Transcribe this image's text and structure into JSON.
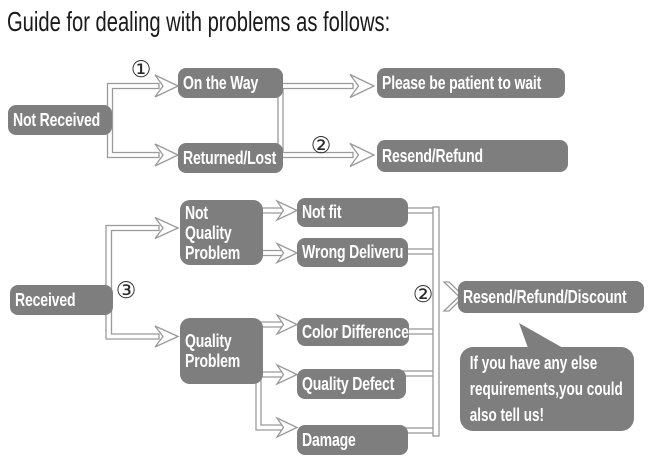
{
  "title": "Guide for dealing with problems as follows:",
  "markers": {
    "step1": "①",
    "step2_top": "②",
    "step3": "③",
    "step2_right": "②"
  },
  "nodes": {
    "not_received": "Not Received",
    "on_the_way": "On the Way",
    "returned_lost": "Returned/Lost",
    "please_wait": "Please be patient to wait",
    "resend_refund": "Resend/Refund",
    "received": "Received",
    "not_quality_problem": [
      "Not",
      "Quality",
      "Problem"
    ],
    "quality_problem": [
      "Quality",
      "Problem"
    ],
    "not_fit": "Not fit",
    "wrong_delivery": "Wrong Deliveru",
    "color_difference": "Color Difference",
    "quality_defect": "Quality Defect",
    "damage": "Damage",
    "resend_refund_discount": "Resend/Refund/Discount"
  },
  "bubble": {
    "lines": [
      "If you have any else",
      "requirements,you could",
      "also tell us!"
    ]
  },
  "colors": {
    "box": "#7e7e7e",
    "line": "#9a9a9a",
    "text": "#ffffff",
    "title": "#1a1a1a"
  }
}
